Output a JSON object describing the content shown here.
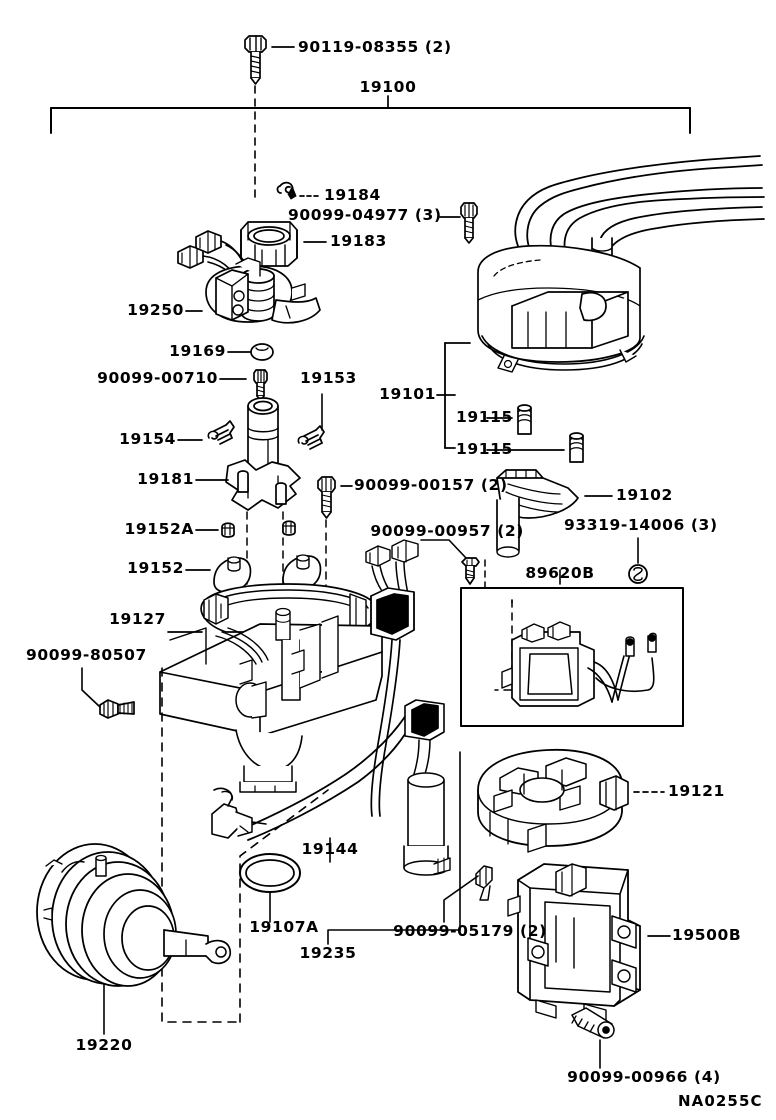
{
  "diagram": {
    "title": "Distributor Assembly Exploded Parts Diagram",
    "figure_code": "NA0255C",
    "main_assembly_number": "19100",
    "cap_group_number": "19101"
  },
  "labels": {
    "top_bolt": "90119-08355 (2)",
    "assembly": "19100",
    "clip_19184": "19184",
    "screw_04977": "90099-04977 (3)",
    "shield_19183": "19183",
    "pickup_19250": "19250",
    "oring_19169": "19169",
    "screw_00710": "90099-00710",
    "spring_19153": "19153",
    "spring_19154": "19154",
    "shaft_19181": "19181",
    "clip_19152a": "19152A",
    "weight_19152": "19152",
    "cap_19101": "19101",
    "contact_19115_a": "19115",
    "contact_19115_b": "19115",
    "screw_00157": "90099-00157 (2)",
    "screw_00957": "90099-00957 (2)",
    "rotor_19102": "19102",
    "screw_93319": "93319-14006 (3)",
    "igniter_89620b": "89620B",
    "housing_19127": "19127",
    "screw_80507": "90099-80507",
    "wire_19144": "19144",
    "oring_19107a": "19107A",
    "harness_19235": "19235",
    "clip_05179": "90099-05179 (2)",
    "vacuum_19220": "19220",
    "signal_rotor_19121": "19121",
    "coil_19500b": "19500B",
    "screw_00966": "90099-00966 (4)",
    "figure_code": "NA0255C"
  },
  "parts": [
    {
      "number": "90119-08355",
      "qty": "2",
      "name": "bolt-hex-flange"
    },
    {
      "number": "19100",
      "qty": "1",
      "name": "distributor-assembly"
    },
    {
      "number": "19184",
      "qty": "1",
      "name": "clamp-clip"
    },
    {
      "number": "90099-04977",
      "qty": "3",
      "name": "screw"
    },
    {
      "number": "19183",
      "qty": "1",
      "name": "shield-cover"
    },
    {
      "number": "19250",
      "qty": "1",
      "name": "pickup-coil-assembly"
    },
    {
      "number": "19169",
      "qty": "1",
      "name": "o-ring-seal"
    },
    {
      "number": "90099-00710",
      "qty": "1",
      "name": "screw"
    },
    {
      "number": "19153",
      "qty": "1",
      "name": "governor-spring"
    },
    {
      "number": "19154",
      "qty": "1",
      "name": "governor-spring"
    },
    {
      "number": "19181",
      "qty": "1",
      "name": "distributor-shaft"
    },
    {
      "number": "19152A",
      "qty": "2",
      "name": "retaining-clip"
    },
    {
      "number": "19152",
      "qty": "2",
      "name": "governor-weight"
    },
    {
      "number": "19101",
      "qty": "1",
      "name": "distributor-cap"
    },
    {
      "number": "19115",
      "qty": "2",
      "name": "carbon-contact"
    },
    {
      "number": "90099-00157",
      "qty": "2",
      "name": "screw"
    },
    {
      "number": "90099-00957",
      "qty": "2",
      "name": "screw"
    },
    {
      "number": "19102",
      "qty": "1",
      "name": "distributor-rotor"
    },
    {
      "number": "93319-14006",
      "qty": "3",
      "name": "screw"
    },
    {
      "number": "89620B",
      "qty": "1",
      "name": "igniter-module"
    },
    {
      "number": "19127",
      "qty": "1",
      "name": "distributor-housing"
    },
    {
      "number": "90099-80507",
      "qty": "1",
      "name": "screw"
    },
    {
      "number": "19144",
      "qty": "1",
      "name": "high-tension-cord"
    },
    {
      "number": "19107A",
      "qty": "1",
      "name": "o-ring"
    },
    {
      "number": "19235",
      "qty": "1",
      "name": "wiring-harness"
    },
    {
      "number": "90099-05179",
      "qty": "2",
      "name": "clip"
    },
    {
      "number": "19220",
      "qty": "1",
      "name": "vacuum-advance-unit"
    },
    {
      "number": "19121",
      "qty": "1",
      "name": "signal-rotor"
    },
    {
      "number": "19500B",
      "qty": "1",
      "name": "ignition-coil"
    },
    {
      "number": "90099-00966",
      "qty": "4",
      "name": "screw"
    }
  ],
  "colors": {
    "line": "#000000",
    "background": "#ffffff"
  }
}
